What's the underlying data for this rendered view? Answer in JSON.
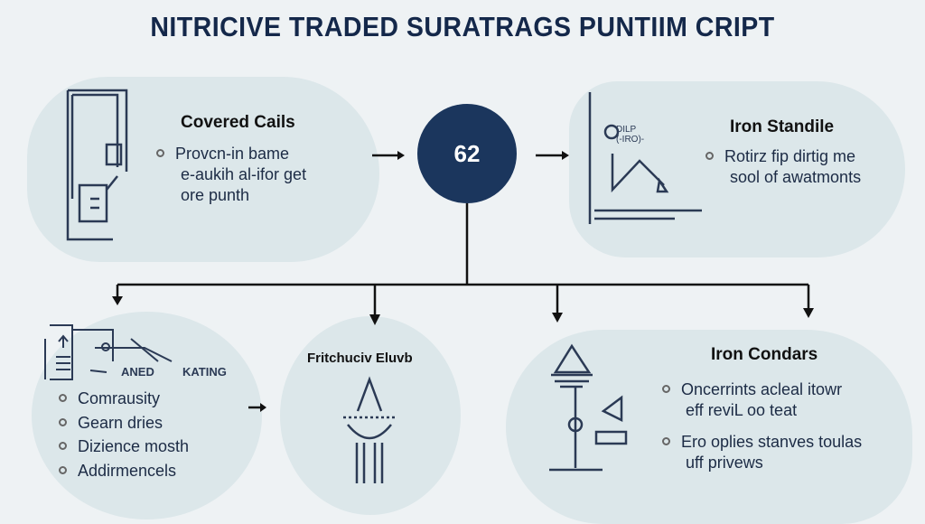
{
  "title": "NITRICIVE TRADED SURATRAGS PUNTIIM CRIPT",
  "center_value": "62",
  "covered_calls": {
    "title": "Covered Cails",
    "lines": [
      "Provcn-in bame",
      "e-aukih al-ifor get",
      "ore punth"
    ]
  },
  "iron_standile": {
    "title": "Iron Standile",
    "icon_labels": [
      "DILP",
      "(-IRO)-"
    ],
    "lines": [
      "Rotirz fip dirtig me",
      "sool of awatmonts"
    ]
  },
  "bottom_left": {
    "labels": [
      "ANED",
      "KATING"
    ],
    "items": [
      "Comrausity",
      "Gearn dries",
      "Dizience mosth",
      "Addirmencels"
    ]
  },
  "bottom_middle": {
    "title": "Fritchuciv Eluvb"
  },
  "iron_condars": {
    "title": "Iron Condars",
    "items": [
      "Oncerrints acleal itowr",
      "eff reviL oo teat",
      "Ero oplies stanves toulas",
      "uff privews"
    ]
  }
}
